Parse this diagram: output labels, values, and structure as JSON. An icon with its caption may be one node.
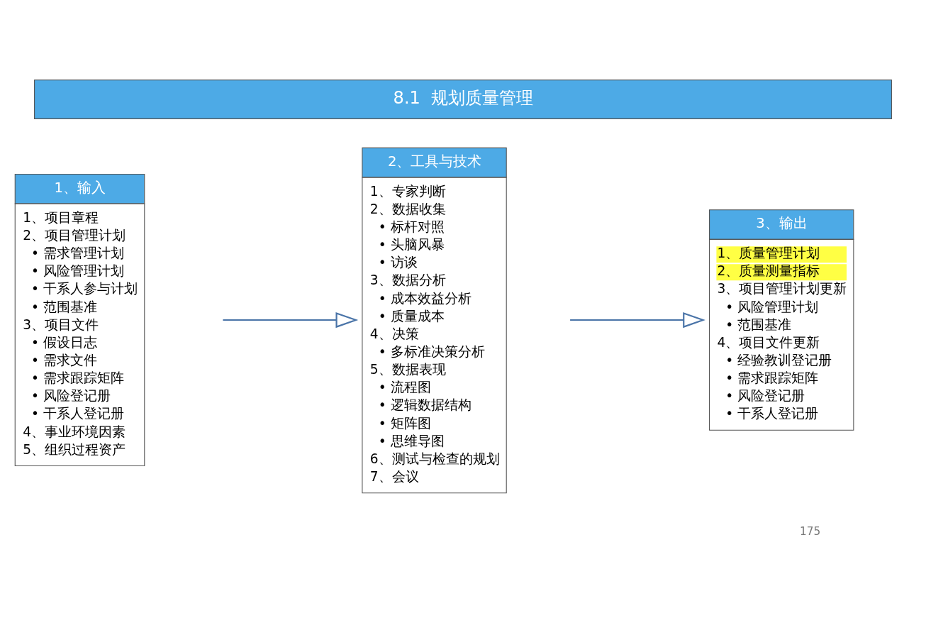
{
  "diagram": {
    "nodes": [
      {
        "text": [
          "8.1  规划质量管理"
        ]
      },
      {
        "text": [
          "1、输入",
          "1、项目章程",
          "2、项目管理计划",
          "• 需求管理计划",
          "• 风险管理计划",
          "• 干系人参与计划",
          "• 范围基准",
          "3、项目文件",
          "• 假设日志",
          "• 需求文件",
          "• 需求跟踪矩阵",
          "• 风险登记册",
          "• 干系人登记册",
          "4、事业环境因素",
          "5、组织过程资产"
        ]
      },
      {
        "text": [
          "2、工具与技术",
          "1、专家判断",
          "2、数据收集",
          "• 标杆对照",
          "• 头脑风暴",
          "• 访谈",
          "3、数据分析",
          "• 成本效益分析",
          "• 质量成本",
          "4、决策",
          "• 多标准决策分析",
          "5、数据表现",
          "• 流程图",
          "• 逻辑数据结构",
          "• 矩阵图",
          "• 思维导图",
          "6、测试与检查的规划",
          "7、会议"
        ]
      },
      {
        "text": [
          "3、输出",
          "1、质量管理计划",
          "2、质量测量指标",
          "3、项目管理计划更新",
          "• 风险管理计划",
          "• 范围基准",
          "4、项目文件更新",
          "• 经验教训登记册",
          "• 需求跟踪矩阵",
          "• 风险登记册",
          "• 干系人登记册"
        ]
      }
    ],
    "edges": [
      {
        "from": 1,
        "to": 2,
        "arrow": "to"
      },
      {
        "from": 2,
        "to": 3,
        "arrow": "to"
      }
    ],
    "labels": [
      "175"
    ]
  }
}
